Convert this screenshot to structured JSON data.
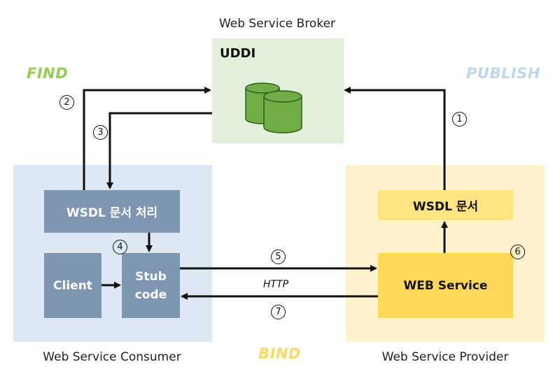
{
  "broker": {
    "caption": "Web Service Broker",
    "title": "UDDI"
  },
  "consumer": {
    "caption": "Web Service Consumer",
    "wsdl_box": "WSDL 문서 처리",
    "client_box": "Client",
    "stub_box": "Stub\ncode"
  },
  "provider": {
    "caption": "Web Service Provider",
    "wsdl_box": "WSDL 문서",
    "service_box": "WEB Service"
  },
  "phases": {
    "find": "FIND",
    "publish": "PUBLISH",
    "bind": "BIND"
  },
  "steps": {
    "s1": "1",
    "s2": "2",
    "s3": "3",
    "s4": "4",
    "s5": "5",
    "s6": "6",
    "s7": "7"
  },
  "http_label": "HTTP",
  "colors": {
    "broker_bg": "#e2efd9",
    "consumer_bg": "#dde8f4",
    "provider_bg": "#fff2cc",
    "grey_box": "#7f96b3",
    "find": "#92d050",
    "publish": "#bdd7ee",
    "bind": "#ffd966",
    "database": "#70ad47"
  }
}
